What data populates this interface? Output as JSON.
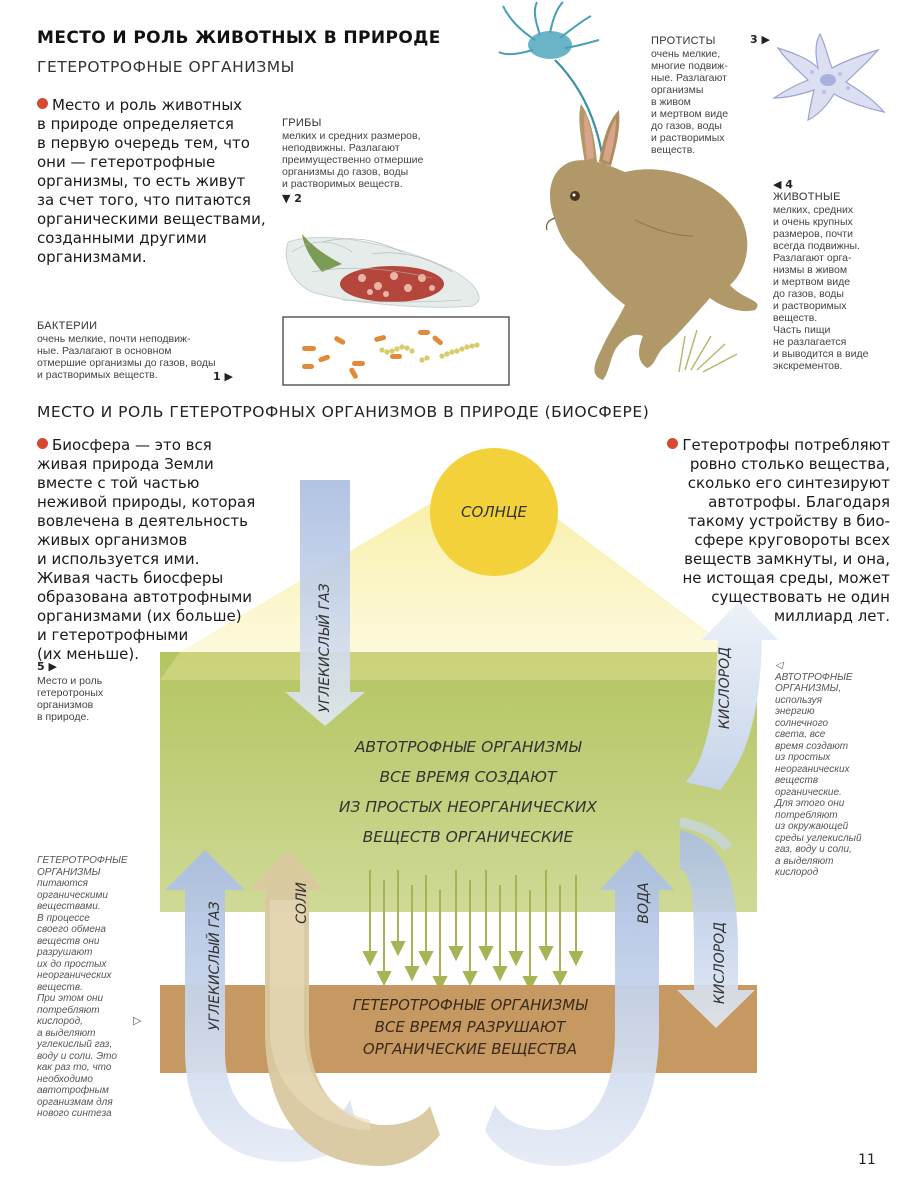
{
  "header": {
    "title": "Место и роль животных в природе",
    "subtitle": "Гетеротрофные организмы"
  },
  "intro": {
    "lines": [
      "Место и роль животных",
      "в природе определяется",
      "в первую очередь тем, что",
      "они — гетеротрофные",
      "организмы, то есть живут",
      "за счет того, что питаются",
      "органическими веществами,",
      "созданными другими",
      "организмами."
    ]
  },
  "fungi": {
    "title": "Грибы",
    "lines": [
      "мелких и средних размеров,",
      "неподвижны. Разлагают",
      "преимущественно отмершие",
      "организмы до газов, воды",
      "и растворимых веществ."
    ],
    "number": "▼ 2"
  },
  "protists": {
    "title": "Протисты",
    "number": "3 ▶",
    "lines": [
      "очень мелкие,",
      "многие подвиж-",
      "ные. Разлагают",
      "организмы",
      "в живом",
      "и мертвом виде",
      "до газов, воды",
      "и растворимых",
      "веществ."
    ]
  },
  "animals": {
    "number": "◀ 4",
    "title": "Животные",
    "lines": [
      "мелких, средних",
      "и очень крупных",
      "размеров, почти",
      "всегда подвижны.",
      "Разлагают орга-",
      "низмы в живом",
      "и мертвом виде",
      "до газов, воды",
      "и растворимых",
      "веществ.",
      "Часть пищи",
      "не разлагается",
      "и выводится в виде",
      "экскрементов."
    ]
  },
  "bacteria": {
    "title": "Бактерии",
    "lines": [
      "очень мелкие, почти неподвиж-",
      "ные. Разлагают в основном",
      "отмершие организмы до газов, воды",
      "и растворимых веществ."
    ],
    "number": "1 ▶"
  },
  "section2": {
    "title": "Место и роль гетеротрофных организмов в природе (биосфере)"
  },
  "biosphere": {
    "lines": [
      "Биосфера — это вся",
      "живая природа Земли",
      "вместе с той частью",
      "неживой природы, которая",
      "вовлечена в деятельность",
      "живых организмов",
      "и используется ими.",
      "Живая часть биосферы",
      "образована автотрофными",
      "организмами (их больше)",
      "и гетеротрофными",
      "(их меньше)."
    ]
  },
  "heterotrophs_balance": {
    "lines": [
      "Гетеротрофы потребляют",
      "ровно столько вещества,",
      "сколько его синтезируют",
      "автотрофы. Благодаря",
      "такому устройству в био-",
      "сфере круговороты всех",
      "веществ замкнуты, и она,",
      "не истощая среды, может",
      "существовать не один",
      "миллиард лет."
    ]
  },
  "fig5": {
    "number": "5 ▶",
    "lines": [
      "Место и роль",
      "гетеротроных",
      "организмов",
      "в природе."
    ]
  },
  "autotroph_note": {
    "marker": "◁",
    "lines": [
      "АВТОТРОФНЫЕ",
      "ОРГАНИЗМЫ,",
      "используя",
      "энергию",
      "солнечного",
      "света, все",
      "время создают",
      "из простых",
      "неорганических",
      "веществ",
      "органические.",
      "Для этого они",
      "потребляют",
      "из окружающей",
      "среды углекислый",
      "газ, воду и соли,",
      "а выделяют",
      "кислород"
    ]
  },
  "heterotroph_note": {
    "marker": "▷",
    "lines": [
      "ГЕТЕРОТРОФНЫЕ",
      "ОРГАНИЗМЫ",
      "питаются",
      "органическими",
      "веществами.",
      "В процессе",
      "своего обмена",
      "веществ они",
      "разрушают",
      "их до простых",
      "неорганических",
      "веществ.",
      "При этом они",
      "потребляют",
      "кислород,",
      "а выделяют",
      "углекислый газ,",
      "воду и соли. Это",
      "как раз то, что",
      "необходимо",
      "автотрофным",
      "организмам для",
      "нового синтеза"
    ]
  },
  "diagram": {
    "sun": "Солнце",
    "autotroph_lines": [
      "Автотрофные организмы",
      "все время создают",
      "из простых неорганических",
      "веществ органические"
    ],
    "heterotroph_lines": [
      "Гетеротрофные организмы",
      "все время разрушают",
      "органические вещества"
    ],
    "co2_top": "углекислый газ",
    "oxygen_top": "кислород",
    "co2_bottom": "углекислый газ",
    "salts": "соли",
    "water": "вода",
    "oxygen_bottom": "кислород",
    "colors": {
      "autotroph_band": "#b9c96a",
      "heterotroph_band": "#c79a62",
      "sun": "#f2d13a",
      "arrow_blue": "#b3c4e0",
      "arrow_salts": "#d8c7a2"
    }
  },
  "page_number": "11"
}
